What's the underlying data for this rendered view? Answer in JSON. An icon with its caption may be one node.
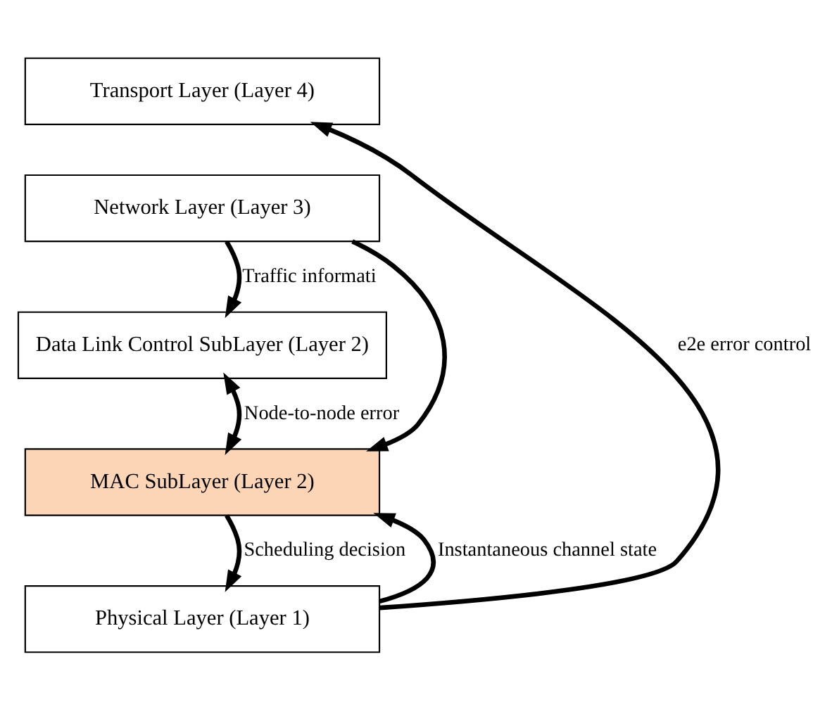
{
  "diagram": {
    "nodes": [
      {
        "text": [
          "Transport Layer (Layer 4)"
        ]
      },
      {
        "text": [
          "Network Layer (Layer 3)"
        ]
      },
      {
        "text": [
          "Data Link Control SubLayer (Layer 2)"
        ]
      },
      {
        "text": [
          "MAC SubLayer (Layer 2)"
        ]
      },
      {
        "text": [
          "Physical Layer (Layer 1)"
        ]
      }
    ],
    "edges": [
      {
        "from": 4,
        "to": 0,
        "arrow": "to",
        "label": "e2e error control"
      },
      {
        "from": 1,
        "to": 2,
        "arrow": "to",
        "label": "Traffic informati"
      },
      {
        "from": 1,
        "to": 3,
        "arrow": "to"
      },
      {
        "from": 2,
        "to": 3,
        "arrow": "both",
        "label": "Node-to-node error"
      },
      {
        "from": 3,
        "to": 4,
        "arrow": "to",
        "label": "Scheduling decision"
      },
      {
        "from": 4,
        "to": 3,
        "arrow": "to",
        "label": "Instantaneous channel state"
      }
    ]
  }
}
